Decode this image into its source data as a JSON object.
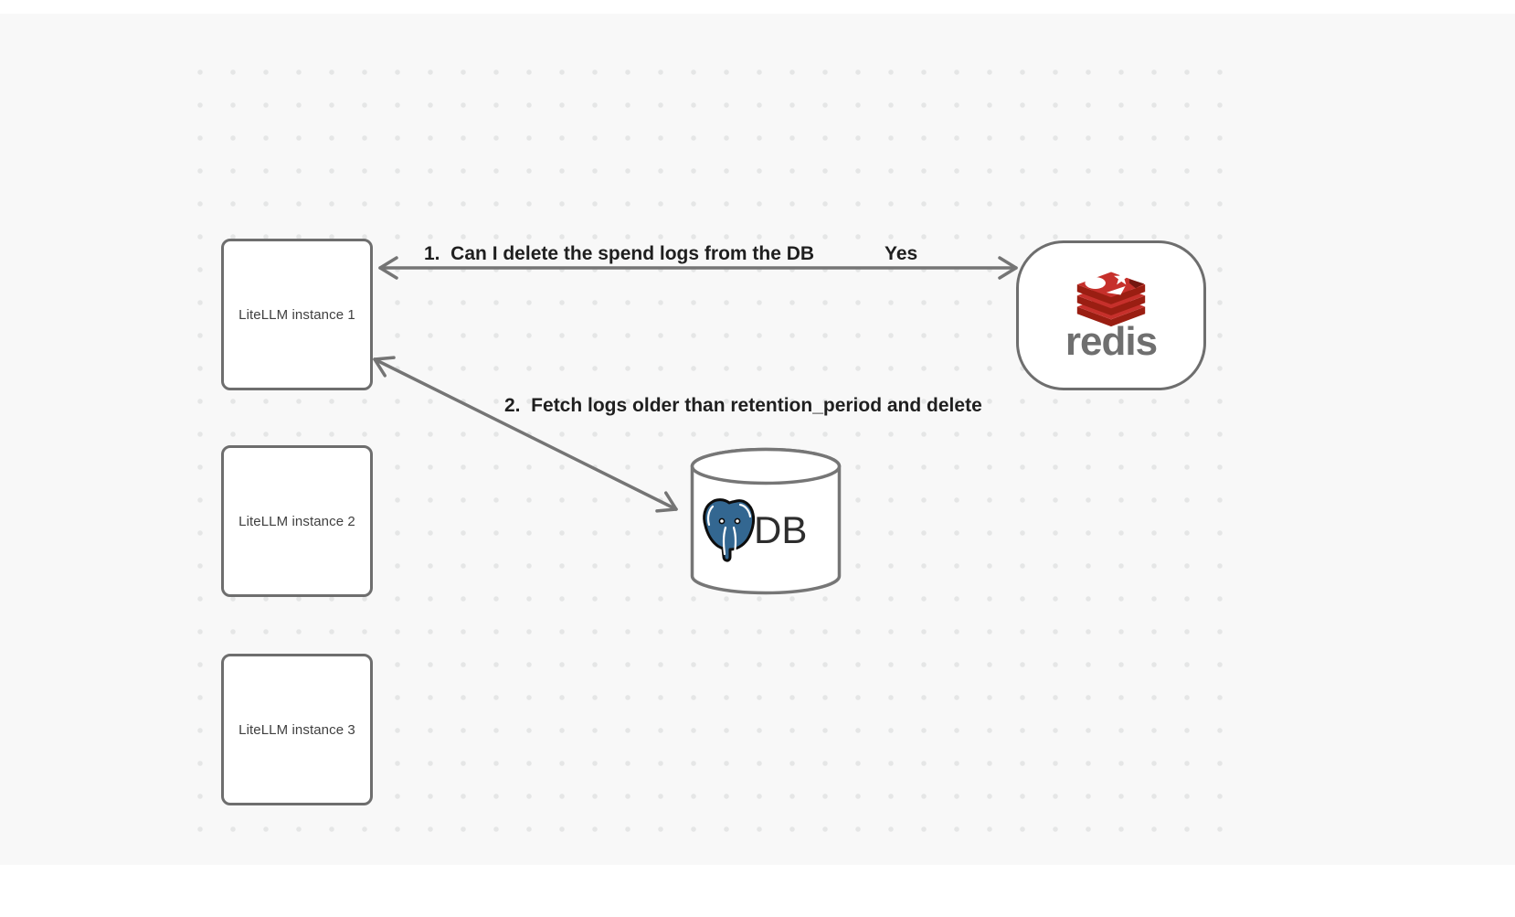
{
  "diagram": {
    "nodes": {
      "instances": [
        {
          "label": "LiteLLM instance 1"
        },
        {
          "label": "LiteLLM instance 2"
        },
        {
          "label": "LiteLLM instance 3"
        }
      ],
      "redis": {
        "wordmark": "redis"
      },
      "database": {
        "label": "DB"
      }
    },
    "arrows": [
      {
        "label": "1.  Can I delete the spend logs from the DB",
        "response": "Yes",
        "from": "redis",
        "to": "LiteLLM instance 1",
        "style": "double-headed"
      },
      {
        "label": "2.  Fetch logs older than retention_period and delete",
        "from": "LiteLLM instance 1",
        "to": "DB",
        "style": "double-headed"
      }
    ],
    "colors": {
      "canvas_bg": "#f8f8f8",
      "dot": "#e5e6e6",
      "stroke": "#6e6e6e",
      "arrow": "#757575",
      "label_text": "#1f1f1f",
      "node_text": "#3f3f3f",
      "redis_red": "#c6302b",
      "redis_dark_red": "#9a1e12",
      "redis_notch": "#741710",
      "redis_wordmark": "#6f6f6f",
      "postgres_blue": "#336791",
      "db_text": "#2d2d2d"
    }
  }
}
